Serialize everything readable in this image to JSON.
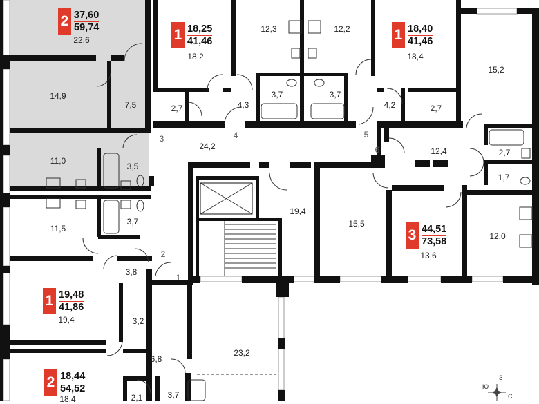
{
  "apartments": [
    {
      "id": "apt-2-top",
      "rooms": "2",
      "living_area": "37,60",
      "total_area": "59,74",
      "main_room": "22,6"
    },
    {
      "id": "apt-1-top-left",
      "rooms": "1",
      "living_area": "18,25",
      "total_area": "41,46",
      "main_room": "18,2"
    },
    {
      "id": "apt-1-top-right",
      "rooms": "1",
      "living_area": "18,40",
      "total_area": "41,46",
      "main_room": "18,4"
    },
    {
      "id": "apt-3",
      "rooms": "3",
      "living_area": "44,51",
      "total_area": "73,58",
      "main_room": "13,6"
    },
    {
      "id": "apt-1-left",
      "rooms": "1",
      "living_area": "19,48",
      "total_area": "41,86",
      "main_room": "19,4"
    },
    {
      "id": "apt-2-bottom",
      "rooms": "2",
      "living_area": "18,44",
      "total_area": "54,52",
      "main_room": "18,4"
    }
  ],
  "room_areas": {
    "r14_9": "14,9",
    "r7_5": "7,5",
    "r11_0": "11,0",
    "r3_5": "3,5",
    "r11_5": "11,5",
    "r3_7a": "3,7",
    "r3_8": "3,8",
    "r3_2": "3,2",
    "r6_8": "6,8",
    "r2_1": "2,1",
    "r3_7b": "3,7",
    "r2_7a": "2,7",
    "r4_3": "4,3",
    "r12_3": "12,3",
    "r12_2": "12,2",
    "r3_7c": "3,7",
    "r3_7d": "3,7",
    "r4_2": "4,2",
    "r2_7b": "2,7",
    "r15_2": "15,2",
    "r24_2": "24,2",
    "r12_4": "12,4",
    "r2_7c": "2,7",
    "r1_7": "1,7",
    "r19_4": "19,4",
    "r15_5": "15,5",
    "r12_0": "12,0",
    "r23_2": "23,2"
  },
  "door_numbers": {
    "d1": "1",
    "d2": "2",
    "d3": "3",
    "d4": "4",
    "d5": "5",
    "d6": "6"
  },
  "compass": {
    "north": "З",
    "east": "С",
    "west": "Ю"
  },
  "colors": {
    "wall": "#111111",
    "highlight_fill": "#dadada",
    "badge_red": "#e03a2a",
    "window": "#bbbbbb"
  }
}
